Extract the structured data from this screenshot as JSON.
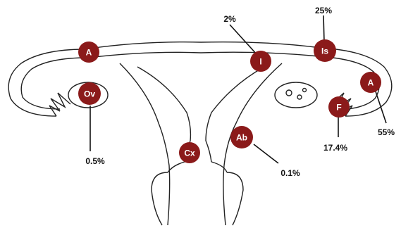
{
  "colors": {
    "marker_fill": "#8b1a1a",
    "marker_text": "#ffffff",
    "outline": "#222222",
    "background": "#ffffff"
  },
  "markers": {
    "ampulla_left": "A",
    "ovary": "Ov",
    "isthmus_interstitial": "I",
    "isthmus": "Is",
    "ampulla_right": "A",
    "fimbria": "F",
    "cervix": "Cx",
    "abdominal": "Ab"
  },
  "percentages": {
    "interstitial": "2%",
    "isthmus": "25%",
    "ampulla": "55%",
    "fimbria": "17.4%",
    "ovary": "0.5%",
    "abdominal": "0.1%"
  }
}
